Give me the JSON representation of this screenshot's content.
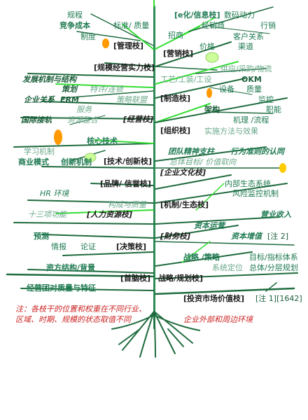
{
  "tree": {
    "branch_labels": {
      "guanli": "[管理枝]",
      "yingxiao": "[营销枝]",
      "guimo": "[规模经营实力枝]",
      "zhizao": "[制造枝]",
      "jingying": "[经营枝]",
      "zuzhi": "[组织枝]",
      "jishu": "[技术/创新枝]",
      "qiyewenhua": "[企业文化枝]",
      "pinpai": "[品牌/ 信誉枝]",
      "jizhi": "[机制/生态枝]",
      "renli": "[人力资源枝]",
      "caiwu": "[财务枝]",
      "juece": "[决策枝]",
      "shounao": "[首脑枝]",
      "zhanlue": "战略/规划枝]",
      "touzi": "[投资市场价值枝]"
    },
    "leaf_labels": {
      "guicheng": "规程",
      "jingzheng": "竞争成本",
      "biaozhun": "标准/ 质量",
      "zhidu": "制度",
      "exinxi": "[e化/信息枝]",
      "shuma": "数码动力",
      "xingxiao": "行销",
      "zhaoshang": "招商",
      "jingxiaoshang": "经销商",
      "kehu": "客户关系",
      "jiage": "价格",
      "qudao": "渠道",
      "fazhan": "发展机制与结构",
      "celue": "策划",
      "tezhu": "特许/连锁",
      "gongyi": "工艺/工装/工设",
      "gongying": "供应/采购/物流",
      "okm": "OKM",
      "qiyeguanxi": "企业关系",
      "erm": "ERM",
      "celuelianmeng": "策略联盟",
      "shebei": "设备",
      "zhiliang": "质量",
      "jiankong": "监控",
      "fuwu": "服务",
      "jiegou": "架构",
      "jili": "机理 /流程",
      "zhineng": "职能",
      "guojijiegui": "国际接轨",
      "ziyuan": "资源整合",
      "shishi": "实施方法与效果",
      "hexin": "核心技术",
      "xuexi": "学习机制",
      "tuandui": "团队精神支柱",
      "xingwei": "行为准则的认同",
      "shangye": "商业模式",
      "chuangxin": "创新机制",
      "zongtimubiao": "总体目标/ 价值取向",
      "neibu": "内部生态系统",
      "fengxian": "风险监控机制",
      "hr": "HR 环境",
      "goucheng": "构成与质量",
      "shisanxiang": "十三项功能",
      "yingye": "营业收入",
      "ziben": "资本运营",
      "yuce": "预测",
      "zibenzengzhi": "资本增值",
      "zhu2": "[注 2]",
      "qingbao": "情报",
      "lunzheng": "论证",
      "zhanluecelue": "战略 /策略",
      "mubiao": "目标/指标体系",
      "zichan": "资方结构/背景",
      "xitong": "系统定位",
      "zongti": "总体/分层规划",
      "jingyingtuandui": "经营团对质量与特征",
      "zhu1": "[注 1][1642]",
      "outer": "企业外部和周边环境"
    },
    "note_line1": "注：各枝干的位置和权重在不同行业、",
    "note_line2": "区域、时期、规模的状态取值不同"
  },
  "colors": {
    "trunk": "#2e8b57",
    "branch": "#1f6b3e",
    "bright": "#33dd33",
    "text": "#1f7a52",
    "note": "#cc2222",
    "fruit_orange": "#ff9900",
    "fruit_green": "#ccff99"
  }
}
